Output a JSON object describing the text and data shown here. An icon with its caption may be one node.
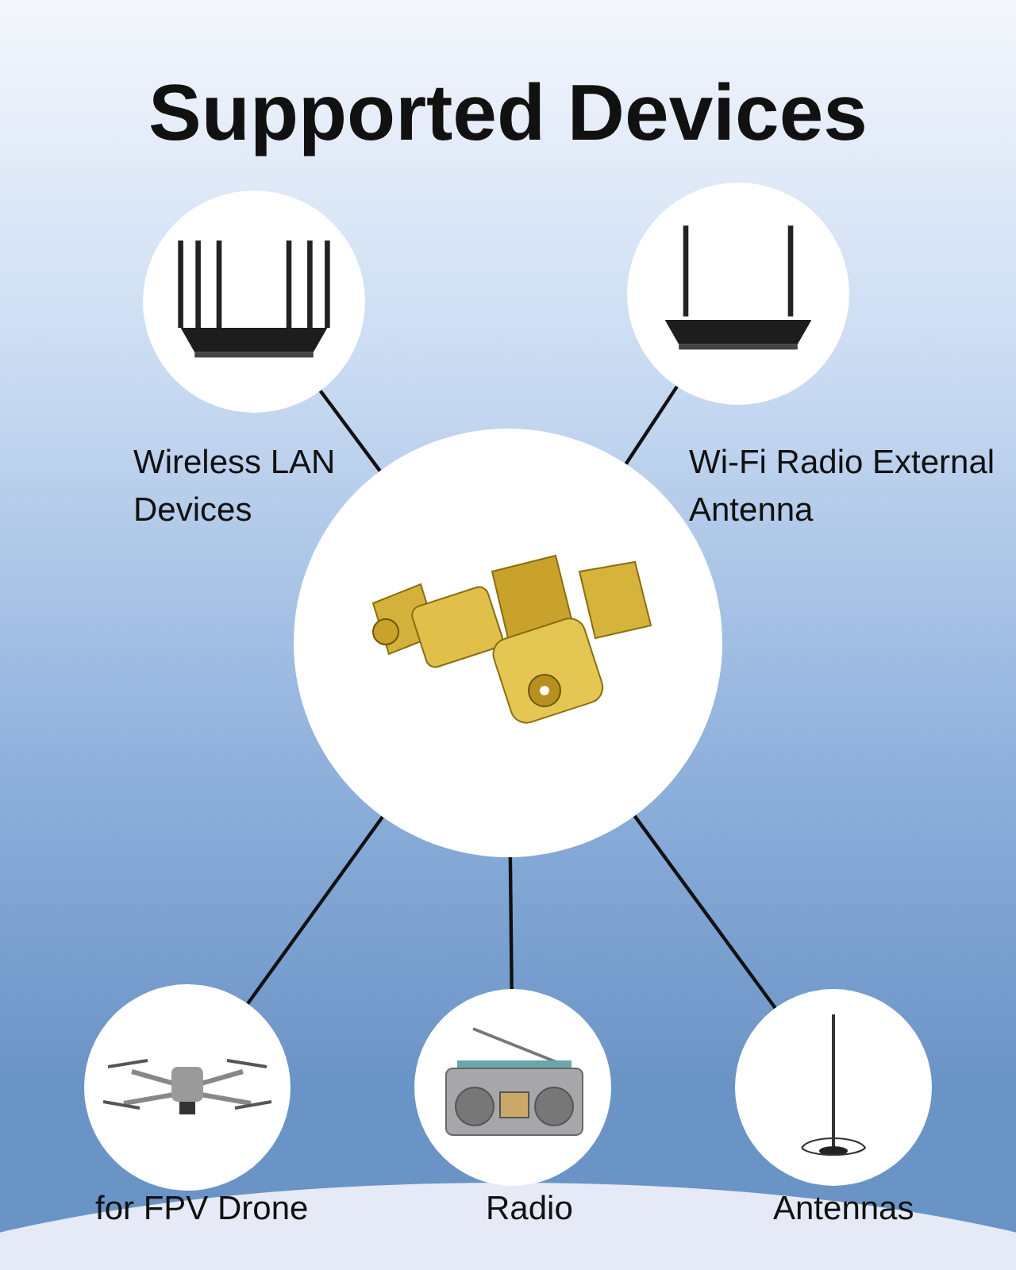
{
  "diagram": {
    "title": "Supported Devices",
    "nodes": [
      {
        "text": [],
        "shape": "picture"
      },
      {
        "text": [],
        "shape": "picture"
      },
      {
        "text": [],
        "shape": "picture"
      },
      {
        "text": [],
        "shape": "picture",
        "beside": [
          "for FPV Drone"
        ]
      },
      {
        "text": [],
        "shape": "picture",
        "beside": [
          "Radio"
        ]
      },
      {
        "text": [],
        "shape": "picture",
        "beside": [
          "Antennas"
        ]
      }
    ],
    "edges": [
      {
        "from": 0,
        "to": 1,
        "arrow": "none"
      },
      {
        "from": 0,
        "to": 2,
        "arrow": "none"
      },
      {
        "from": 0,
        "to": 3,
        "arrow": "none"
      },
      {
        "from": 0,
        "to": 4,
        "arrow": "none"
      },
      {
        "from": 0,
        "to": 5,
        "arrow": "none"
      }
    ],
    "labels": [
      "Wireless LAN Devices",
      "Wi-Fi Radio External Antenna"
    ]
  }
}
